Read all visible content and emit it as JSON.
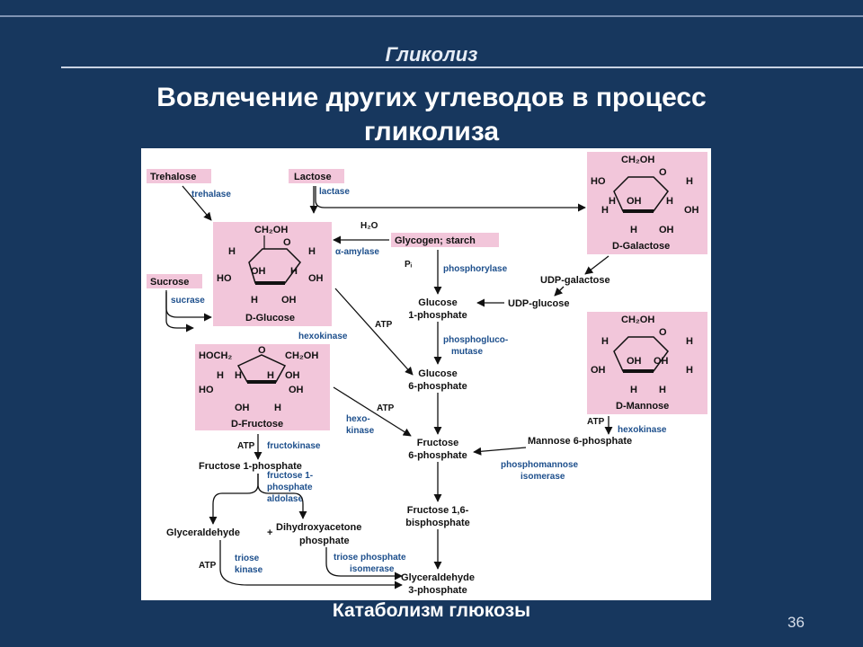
{
  "slide": {
    "section_title": "Гликолиз",
    "title_line1": "Вовлечение других углеводов в процесс",
    "title_line2": "гликолиза",
    "footer": "Катаболизм глюкозы",
    "page_number": "36"
  },
  "diagram": {
    "trehalose": "Trehalose",
    "trehalase": "trehalase",
    "lactose": "Lactose",
    "lactase": "lactase",
    "water": "H₂O",
    "alpha_amylase": "α-amylase",
    "glycogen_starch": "Glycogen; starch",
    "pi": "Pᵢ",
    "phosphorylase": "phosphorylase",
    "sucrose": "Sucrose",
    "sucrase": "sucrase",
    "atp": "ATP",
    "hexokinase": "hexokinase",
    "hexo": "hexo-",
    "kinase": "kinase",
    "glucose_1p_a": "Glucose",
    "glucose_1p_b": "1-phosphate",
    "phosphoglucomutase_a": "phosphogluco-",
    "phosphoglucomutase_b": "mutase",
    "glucose_6p_a": "Glucose",
    "glucose_6p_b": "6-phosphate",
    "fructose_6p_a": "Fructose",
    "fructose_6p_b": "6-phosphate",
    "fructose_16bp_a": "Fructose 1,6-",
    "fructose_16bp_b": "bisphosphate",
    "udp_galactose": "UDP-galactose",
    "udp_glucose": "UDP-glucose",
    "mannose_6p": "Mannose 6-phosphate",
    "pmi_a": "phosphomannose",
    "pmi_b": "isomerase",
    "fructokinase": "fructokinase",
    "fructose_1p": "Fructose 1-phosphate",
    "aldolase_a": "fructose 1-",
    "aldolase_b": "phosphate",
    "aldolase_c": "aldolase",
    "glyceraldehyde": "Glyceraldehyde",
    "plus": "+",
    "dhap_a": "Dihydroxyacetone",
    "dhap_b": "phosphate",
    "triose_kinase_a": "triose",
    "triose_kinase_b": "kinase",
    "tpi_a": "triose phosphate",
    "tpi_b": "isomerase",
    "gap_a": "Glyceraldehyde",
    "gap_b": "3-phosphate",
    "glucose_name": "D-Glucose",
    "fructose_name": "D-Fructose",
    "galactose_name": "D-Galactose",
    "mannose_name": "D-Mannose",
    "ch2oh": "CH₂OH",
    "hoch2": "HOCH₂",
    "o": "O",
    "h": "H",
    "oh": "OH",
    "ho": "HO"
  },
  "colors": {
    "background": "#17375e",
    "structure_box": "#f2c6da",
    "enzyme_text": "#1d4f8c",
    "title_text": "#ffffff"
  }
}
